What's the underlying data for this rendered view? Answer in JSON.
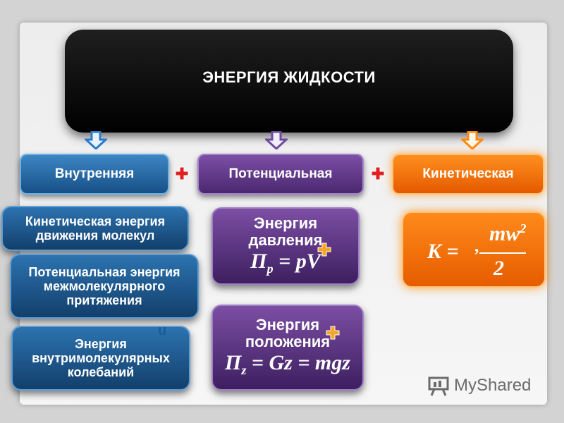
{
  "title": "ЭНЕРГИЯ ЖИДКОСТИ",
  "categories": {
    "internal": "Внутренняя",
    "potential": "Потенциальная",
    "kinetic": "Кинетическая"
  },
  "internal_items": [
    "Кинетическая энергия движения молекул",
    "Потенциальная энергия межмолекулярного притяжения",
    "Энергия внутримолекулярных колебаний"
  ],
  "pressure": {
    "label_line1": "Энергия",
    "label_line2": "давления",
    "formula_lhs": "П",
    "formula_sub": "p",
    "formula_rhs": "= pV"
  },
  "position": {
    "label_line1": "Энергия",
    "label_line2": "положения",
    "formula_lhs": "П",
    "formula_sub": "z",
    "formula_rhs": "= Gz = mgz"
  },
  "kinetic_formula": {
    "lhs": "K =",
    "numerator": "mw",
    "exponent": "2",
    "denominator": "2"
  },
  "stray_letter": "u",
  "watermark": "MyShared",
  "colors": {
    "blue": "#1f5f99",
    "purple": "#5b3585",
    "orange": "#ff7a0a",
    "plus_red": "#e02020"
  }
}
